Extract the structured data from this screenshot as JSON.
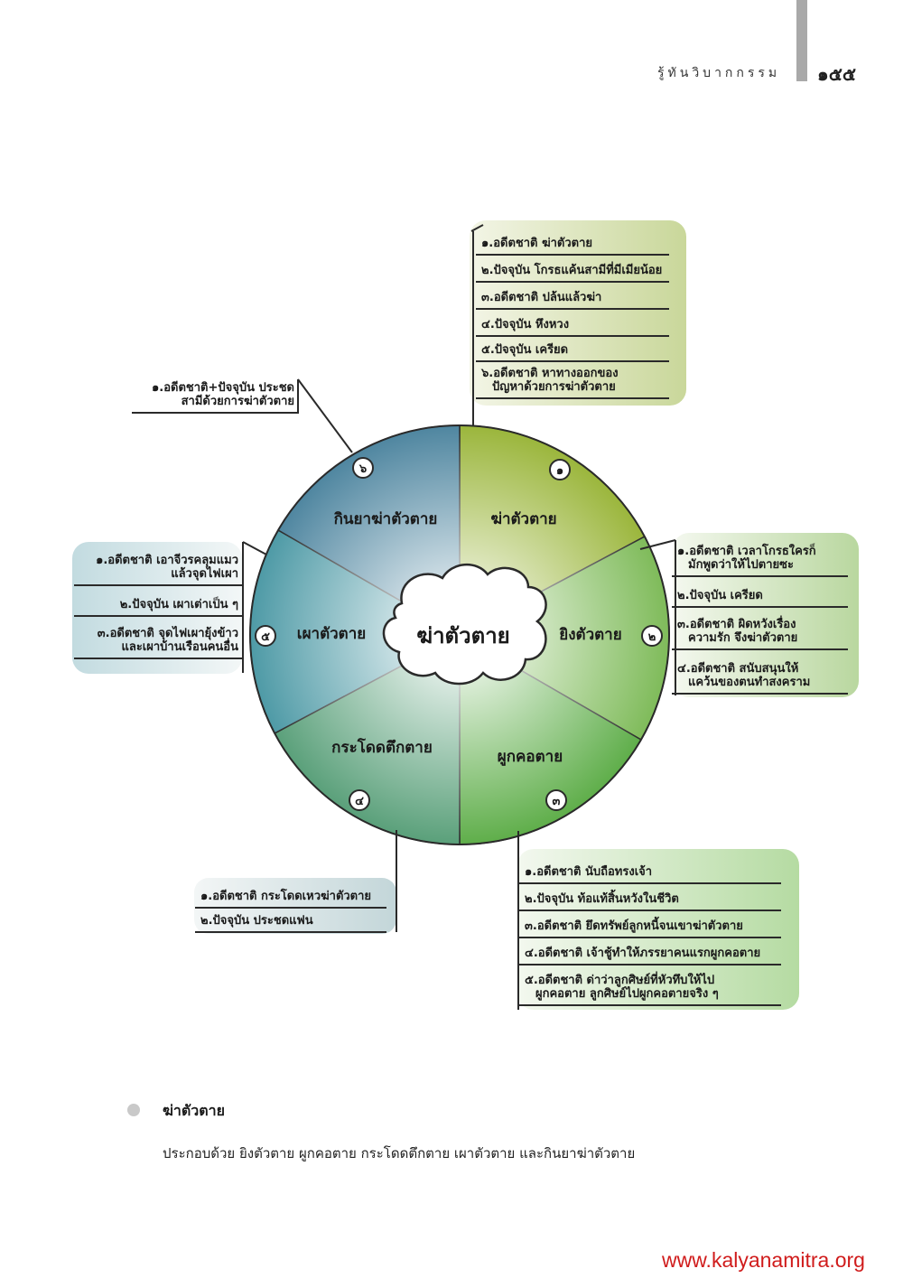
{
  "header": {
    "title": "รู้ทันวิบากกรรม",
    "page_number": "๑๕๕"
  },
  "diagram": {
    "center": "ฆ่าตัวตาย",
    "segments": [
      {
        "number": "๑",
        "label": "ฆ่าตัวตาย"
      },
      {
        "number": "๒",
        "label": "ยิงตัวตาย"
      },
      {
        "number": "๓",
        "label": "ผูกคอตาย"
      },
      {
        "number": "๔",
        "label": "กระโดดตึกตาย"
      },
      {
        "number": "๕",
        "label": "เผาตัวตาย"
      },
      {
        "number": "๖",
        "label": "กินยาฆ่าตัวตาย"
      }
    ],
    "boxes": {
      "b1": [
        [
          "๑.อดีตชาติ ฆ่าตัวตาย"
        ],
        [
          "๒.ปัจจุบัน โกรธแค้นสามีที่มีเมียน้อย"
        ],
        [
          "๓.อดีตชาติ ปล้นแล้วฆ่า"
        ],
        [
          "๔.ปัจจุบัน หึงหวง"
        ],
        [
          "๕.ปัจจุบัน เครียด"
        ],
        [
          "๖.อดีตชาติ หาทางออกของ",
          "ปัญหาด้วยการฆ่าตัวตาย"
        ]
      ],
      "b2": [
        [
          "๑.อดีตชาติ เวลาโกรธใครก็",
          "มักพูดว่าให้ไปตายซะ"
        ],
        [
          "๒.ปัจจุบัน เครียด"
        ],
        [
          "๓.อดีตชาติ ผิดหวังเรื่อง",
          "ความรัก จึงฆ่าตัวตาย"
        ],
        [
          "๔.อดีตชาติ สนับสนุนให้",
          "แคว้นของตนทำสงคราม"
        ]
      ],
      "b3": [
        [
          "๑.อดีตชาติ นับถือทรงเจ้า"
        ],
        [
          "๒.ปัจจุบัน ท้อแท้สิ้นหวังในชีวิต"
        ],
        [
          "๓.อดีตชาติ ยึดทรัพย์ลูกหนี้จนเขาฆ่าตัวตาย"
        ],
        [
          "๔.อดีตชาติ เจ้าชู้ทำให้ภรรยาคนแรกผูกคอตาย"
        ],
        [
          "๕.อดีตชาติ ด่าว่าลูกศิษย์ที่หัวทึบให้ไป",
          "ผูกคอตาย ลูกศิษย์ไปผูกคอตายจริง ๆ"
        ]
      ],
      "b4": [
        [
          "๑.อดีตชาติ กระโดดเหวฆ่าตัวตาย"
        ],
        [
          "๒.ปัจจุบัน ประชดแฟน"
        ]
      ],
      "b5": [
        [
          "๑.อดีตชาติ เอาจีวรคลุมแมว",
          "แล้วจุดไฟเผา"
        ],
        [
          "๒.ปัจจุบัน เผาเต่าเป็น ๆ"
        ],
        [
          "๓.อดีตชาติ จุดไฟเผายุ้งข้าว",
          "และเผาบ้านเรือนคนอื่น"
        ]
      ],
      "b6": [
        [
          "๑.อดีตชาติ+ปัจจุบัน ประชด",
          "สามีด้วยการฆ่าตัวตาย"
        ]
      ]
    },
    "colors": {
      "seg1": "#9bb63c",
      "seg2": "#7fbb5a",
      "seg3": "#5fae4a",
      "seg4": "#5aa07a",
      "seg5": "#4e9aa6",
      "seg6": "#4f86a0",
      "outline": "#2a2a2a"
    }
  },
  "caption": {
    "title": "ฆ่าตัวตาย",
    "text": "ประกอบด้วย ยิงตัวตาย ผูกคอตาย กระโดดตึกตาย เผาตัวตาย และกินยาฆ่าตัวตาย"
  },
  "footer": {
    "url": "www.kalyanamitra.org"
  }
}
